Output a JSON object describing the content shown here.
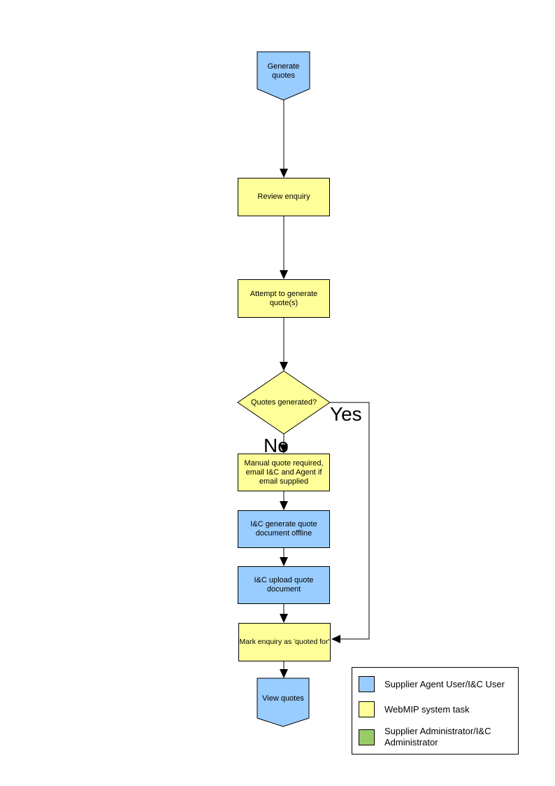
{
  "diagram": {
    "nodes": {
      "start": {
        "label": "Generate quotes",
        "shape": "terminator",
        "fill": "#99CCFF"
      },
      "review": {
        "label": "Review enquiry",
        "shape": "process",
        "fill": "#FFFF99"
      },
      "attempt": {
        "label": "Attempt to generate quote(s)",
        "shape": "process",
        "fill": "#FFFF99"
      },
      "decision": {
        "label": "Quotes generated?",
        "shape": "decision",
        "fill": "#FFFF99"
      },
      "manual": {
        "label": "Manual quote required, email I&C and Agent if email supplied",
        "shape": "process",
        "fill": "#FFFF99"
      },
      "generate_offline": {
        "label": "I&C generate quote document offline",
        "shape": "process",
        "fill": "#99CCFF"
      },
      "upload": {
        "label": "I&C upload quote document",
        "shape": "process",
        "fill": "#99CCFF"
      },
      "mark": {
        "label": "Mark enquiry as 'quoted for'",
        "shape": "process",
        "fill": "#FFFF99"
      },
      "end": {
        "label": "View quotes",
        "shape": "terminator",
        "fill": "#99CCFF"
      }
    },
    "branch_labels": {
      "yes": "Yes",
      "no": "No"
    }
  },
  "legend": {
    "items": [
      {
        "label": "Supplier Agent User/I&C User",
        "color": "#99CCFF"
      },
      {
        "label": "WebMIP system task",
        "color": "#FFFF99"
      },
      {
        "label": "Supplier Administrator/I&C Administrator",
        "color": "#99CC66"
      }
    ]
  },
  "colors": {
    "outline": "#000000",
    "background": "#FFFFFF"
  }
}
